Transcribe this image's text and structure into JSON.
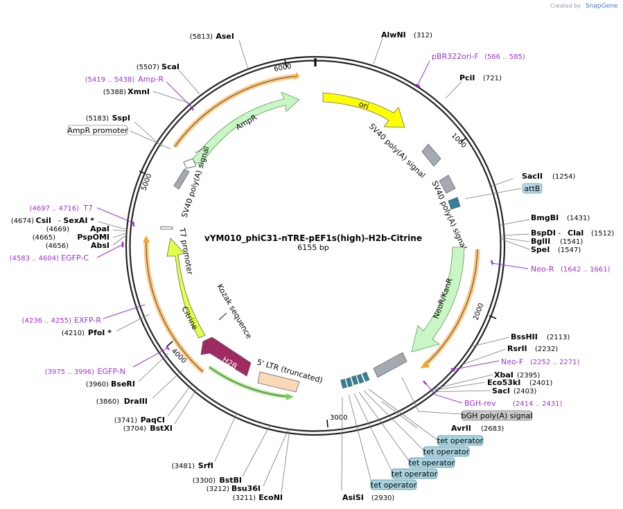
{
  "header": {
    "created_by": "Created by",
    "brand": "SnapGene"
  },
  "plasmid": {
    "name": "vYM010_phiC31-nTRE-pEF1s(high)-H2b-Citrine",
    "length": "6155 bp"
  },
  "ticks": [
    "6000",
    "1000",
    "2000",
    "3000",
    "4000",
    "5000"
  ],
  "features": {
    "ori": "ori",
    "sv40a": "SV40 poly(A) signal",
    "sv40b": "SV40 poly(A) signal",
    "neor": "NeoR/KanR",
    "ampr": "AmpR",
    "sv40c": "SV40 poly(A) signal",
    "t7prom": "T7 promoter",
    "citrine": "Citrine",
    "kozak": "Kozak sequence",
    "h2b": "H2B",
    "ltr": "5' LTR (truncated)"
  },
  "boxed": {
    "ampr_promoter": "AmpR promoter",
    "attb": "attB",
    "bgh": "bGH poly(A) signal",
    "tet": [
      "tet operator",
      "tet operator",
      "tet operator",
      "tet operator",
      "tet operator"
    ]
  },
  "sites": {
    "alwni": {
      "name": "AlwNI",
      "pos": "(312)"
    },
    "pcii": {
      "name": "PciI",
      "pos": "(721)"
    },
    "sacii": {
      "name": "SacII",
      "pos": "(1254)"
    },
    "bmgbi": {
      "name": "BmgBI",
      "pos": "(1431)"
    },
    "bspdi": {
      "name": "BspDI",
      "sep": " - ",
      "name2": "ClaI",
      "pos": "(1512)"
    },
    "bglii": {
      "name": "BglII",
      "pos": "(1541)"
    },
    "spei": {
      "name": "SpeI",
      "pos": "(1547)"
    },
    "bsshii": {
      "name": "BssHII",
      "pos": "(2113)"
    },
    "rsrii": {
      "name": "RsrII",
      "pos": "(2232)"
    },
    "xbai": {
      "name": "XbaI",
      "pos": "(2395)"
    },
    "eco53ki": {
      "name": "Eco53kI",
      "pos": "(2401)"
    },
    "saci": {
      "name": "SacI",
      "pos": "(2403)"
    },
    "avrii": {
      "name": "AvrII",
      "pos": "(2683)"
    },
    "asisi": {
      "name": "AsiSI",
      "pos": "(2930)"
    },
    "econi": {
      "name": "EcoNI",
      "pos": "(3211)"
    },
    "bsu36i": {
      "name": "Bsu36I",
      "pos": "(3212)"
    },
    "bstbi": {
      "name": "BstBI",
      "pos": "(3300)"
    },
    "srfi": {
      "name": "SrfI",
      "pos": "(3481)"
    },
    "bstxi": {
      "name": "BstXI",
      "pos": "(3704)"
    },
    "paqci": {
      "name": "PaqCI",
      "pos": "(3741)"
    },
    "draiii": {
      "name": "DraIII",
      "pos": "(3860)"
    },
    "bseri": {
      "name": "BseRI",
      "pos": "(3960)"
    },
    "pfoi": {
      "name": "PfoI *",
      "pos": "(4210)"
    },
    "absi": {
      "name": "AbsI",
      "pos": "(4656)"
    },
    "pspomi": {
      "name": "PspOMI",
      "pos": "(4665)"
    },
    "apai": {
      "name": "ApaI",
      "pos": "(4669)"
    },
    "csii": {
      "name": "CsiI",
      "sep": " - ",
      "name2": "SexAI *",
      "pos": "(4674)"
    },
    "sspi": {
      "name": "SspI",
      "pos": "(5183)"
    },
    "xmni": {
      "name": "XmnI",
      "pos": "(5388)"
    },
    "scai": {
      "name": "ScaI",
      "pos": "(5507)"
    },
    "asei": {
      "name": "AseI",
      "pos": "(5813)"
    }
  },
  "primers": {
    "pbr322": {
      "name": "pBR322ori-F",
      "pos": "(566 .. 585)"
    },
    "neor": {
      "name": "Neo-R",
      "pos": "(1642 .. 1661)"
    },
    "neof": {
      "name": "Neo-F",
      "pos": "(2252 .. 2271)"
    },
    "bghrev": {
      "name": "BGH-rev",
      "pos": "(2414 .. 2431)"
    },
    "egfpn": {
      "name": "EGFP-N",
      "pos": "(3975 .. 3996)"
    },
    "exfpr": {
      "name": "EXFP-R",
      "pos": "(4236 .. 4255)"
    },
    "egfpc": {
      "name": "EGFP-C",
      "pos": "(4583 .. 4604)"
    },
    "t7": {
      "name": "T7",
      "pos": "(4697 .. 4716)"
    },
    "ampr": {
      "name": "Amp-R",
      "pos": "(5419 .. 5438)"
    }
  }
}
